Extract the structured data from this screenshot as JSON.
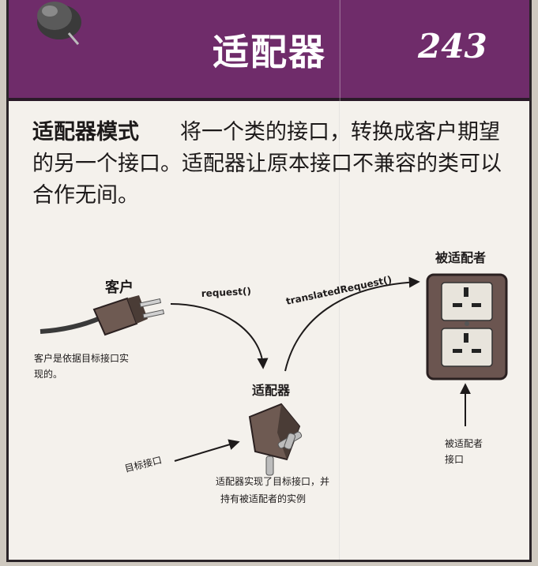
{
  "header": {
    "title": "适配器",
    "page_number": "243",
    "background": "#6f2c6a"
  },
  "definition": {
    "term": "适配器模式",
    "text": "将一个类的接口，转换成客户期望的另一个接口。适配器让原本接口不兼容的类可以合作无间。"
  },
  "diagram": {
    "client_label": "客户",
    "client_note_line1": "客户是依据目标接口实",
    "client_note_line2": "现的。",
    "request_label": "request()",
    "translated_request_label": "translatedRequest()",
    "adapter_label": "适配器",
    "adaptee_label": "被适配者",
    "target_interface_label": "目标接口",
    "adapter_note_line1": "适配器实现了目标接口，并",
    "adapter_note_line2": "持有被适配者的实例",
    "adaptee_interface_line1": "被适配者",
    "adaptee_interface_line2": "接口"
  }
}
